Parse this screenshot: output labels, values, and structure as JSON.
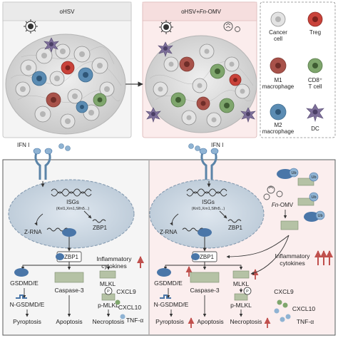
{
  "panels": {
    "left_title": "oHSV",
    "right_title_prefix": "oHSV+",
    "right_title_italic": "Fn",
    "right_title_suffix": "-OMV"
  },
  "legend": {
    "cancer": [
      "Cancer",
      "cell"
    ],
    "treg": "Treg",
    "m1": [
      "M1",
      "macrophage"
    ],
    "cd8": [
      "CD8⁺",
      "T cell"
    ],
    "m2": [
      "M2",
      "macrophage"
    ],
    "dc": "DC"
  },
  "ifn_label": "IFN I",
  "left_pathway": {
    "isgs": "ISGs",
    "isgs_genes": "(Knl1,Xrn1,Slfn5...)",
    "zrna": "Z-RNA",
    "zbp1_nucleus": "ZBP1",
    "zbp1_box": "ZBP1",
    "gsdmd": "GSDMD/E",
    "caspase": "Caspase-3",
    "mlkl": "MLKL",
    "ngsdmd": "N-GSDMD/E",
    "pmlkl": "p-MLKL",
    "p": "P",
    "pyroptosis": "Pyroptosis",
    "apoptosis": "Apoptosis",
    "necroptosis": "Necroptosis",
    "inflammatory": [
      "Inflammatory",
      "cytokines"
    ],
    "cxcl9": "CXCL9",
    "cxcl10": "CXCL10",
    "tnfa": "TNF-α"
  },
  "right_pathway": {
    "isgs": "ISGs",
    "isgs_genes": "(Knl1,Xrn1,Slfn5...)",
    "zrna": "Z-RNA",
    "zbp1_nucleus": "ZBP1",
    "zbp1_box": "ZBP1",
    "gsdmd": "GSDMD/E",
    "caspase": "Caspase-3",
    "mlkl": "MLKL",
    "ngsdmd": "N-GSDMD/E",
    "pmlkl": "p-MLKL",
    "p": "P",
    "pyroptosis": "Pyroptosis",
    "apoptosis": "Apoptosis",
    "necroptosis": "Necroptosis",
    "inflammatory": [
      "Inflammatory",
      "cytokines"
    ],
    "cxcl9": "CXCL9",
    "cxcl10": "CXCL10",
    "tnfa": "TNF-α",
    "fn_omv_italic": "Fn",
    "fn_omv_suffix": "-OMV",
    "ub": "Ub"
  },
  "colors": {
    "tumor_bg": "#dcdcdc",
    "panel_bg": "#f5f5f5",
    "right_panel_bg": "#fbeeee",
    "nucleus": "#c9d5e0",
    "treg_red": "#c9423a",
    "m1_red": "#a8524a",
    "cd8_green": "#7fa66d",
    "m2_blue": "#5b8cb3",
    "dc_purple": "#7d6f9a",
    "zbp1_blue": "#4a76a8",
    "box_green": "#b5c2a5",
    "arrow_red": "#c0504d"
  }
}
